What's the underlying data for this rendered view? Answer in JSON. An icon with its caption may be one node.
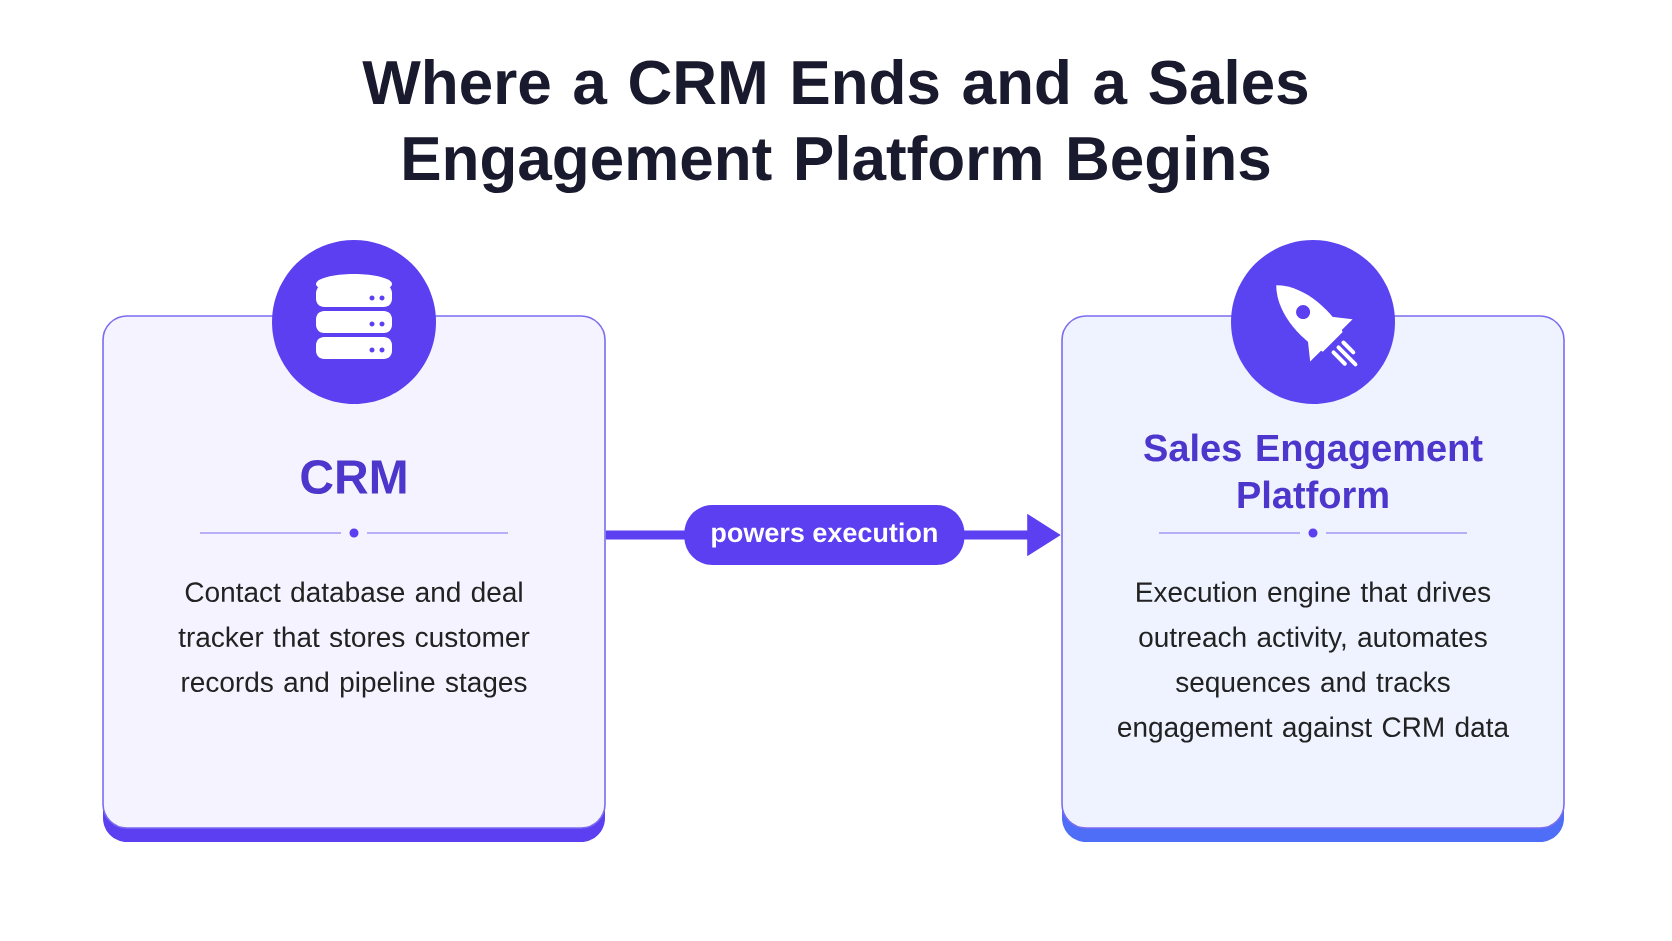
{
  "diagram": {
    "title": "Where a CRM Ends and a Sales Engagement Platform Begins",
    "nodes": [
      {
        "text": [
          "CRM",
          "Contact database and deal tracker that stores customer records and pipeline stages"
        ]
      },
      {
        "text": [
          "Sales Engagement Platform",
          "Execution engine that drives outreach activity, automates sequences and tracks engagement against CRM data"
        ]
      }
    ],
    "edges": [
      {
        "from": 0,
        "to": 1,
        "arrow": "to",
        "label": "powers execution"
      }
    ]
  }
}
